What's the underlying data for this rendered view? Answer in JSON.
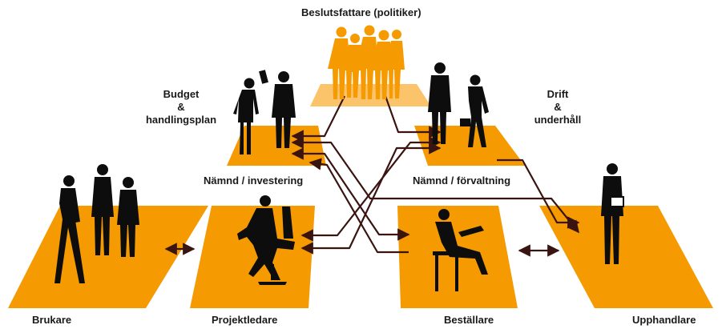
{
  "colors": {
    "platform": "#F59A00",
    "platform_light": "#FBC46B",
    "figure_dark": "#0d0d0d",
    "figure_orange": "#F59A00",
    "connector": "#3a1410"
  },
  "labels": {
    "top": "Beslutsfattare (politiker)",
    "budget": [
      "Budget",
      "&",
      "handlingsplan"
    ],
    "drift": [
      "Drift",
      "&",
      "underhåll"
    ],
    "namnd_investering": "Nämnd / investering",
    "namnd_forvaltning": "Nämnd / förvaltning",
    "brukare": "Brukare",
    "projektledare": "Projektledare",
    "bestallare": "Beställare",
    "upphandlare": "Upphandlare"
  },
  "icons": {
    "politicians": "business-group-icon",
    "investment_board": "meeting-pair-icon",
    "management_board": "walking-pair-icon",
    "users": "pedestrian-group-icon",
    "project_manager": "office-chair-person-icon",
    "orderer": "seated-reader-icon",
    "procurer": "standing-clipboard-person-icon"
  }
}
